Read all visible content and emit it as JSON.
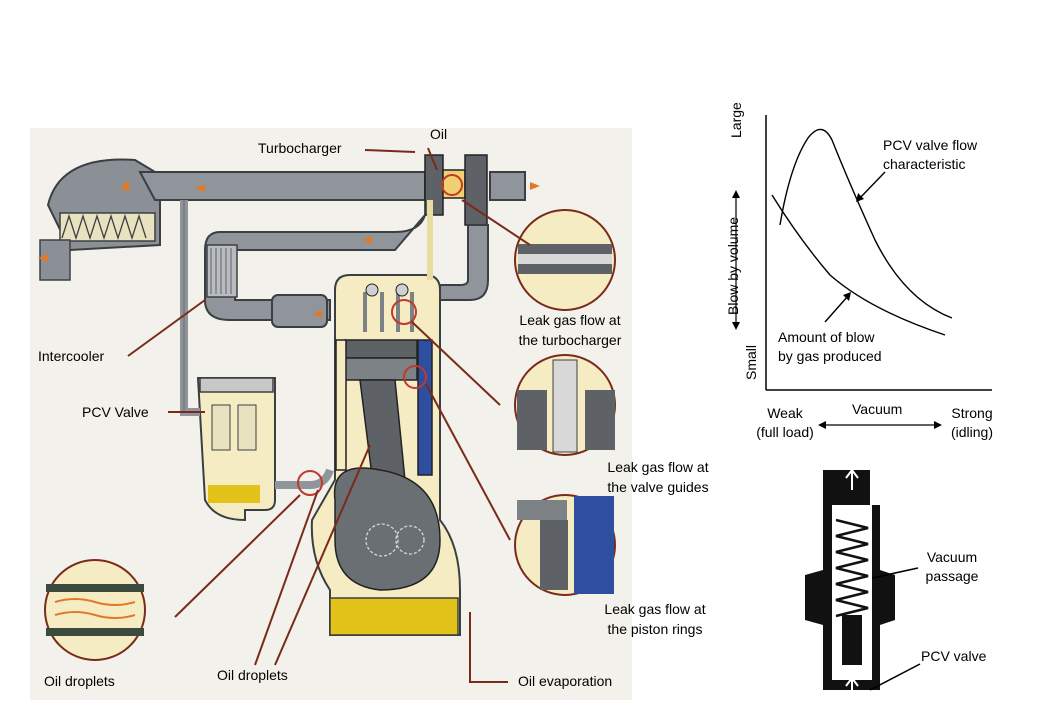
{
  "labels": {
    "oil_top": "Oil",
    "turbocharger": "Turbocharger",
    "intercooler": "Intercooler",
    "pcv_valve": "PCV Valve",
    "leak_turbo_1": "Leak gas flow at",
    "leak_turbo_2": "the  turbocharger",
    "leak_guides_1": "Leak gas flow at",
    "leak_guides_2": "the valve guides",
    "leak_rings_1": "Leak gas flow at",
    "leak_rings_2": "the piston rings",
    "oil_droplets_left": "Oil droplets",
    "oil_droplets_center": "Oil droplets",
    "oil_evaporation": "Oil evaporation"
  },
  "chart_data": {
    "type": "line",
    "y_axis": {
      "label": "Blow by volume",
      "top": "Large",
      "bottom": "Small"
    },
    "x_axis": {
      "label": "Vacuum",
      "left_1": "Weak",
      "left_2": "(full load)",
      "right_1": "Strong",
      "right_2": "(idling)"
    },
    "series": [
      {
        "name": "PCV valve flow characteristic",
        "label_1": "PCV valve flow",
        "label_2": "characteristic"
      },
      {
        "name": "Amount of blow by gas produced",
        "label_1": "Amount of blow",
        "label_2": "by gas produced"
      }
    ]
  },
  "valve": {
    "vacuum_1": "Vacuum",
    "vacuum_2": "passage",
    "pcv": "PCV valve"
  },
  "colors": {
    "leader": "#7a2a1a",
    "arrow": "#e07a2a",
    "engine_fill": "#f6ecc3",
    "pipe": "#9aa0a6",
    "steel": "#5e6266",
    "oil": "#e3c21a",
    "blue": "#2e4fa0"
  }
}
